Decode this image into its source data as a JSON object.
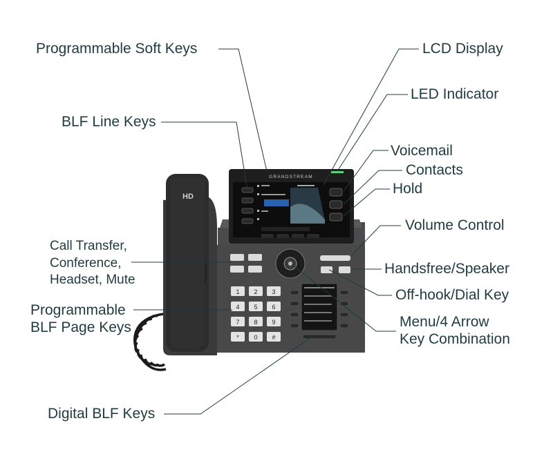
{
  "brand": "GRANDSTREAM",
  "handset_text": "HD",
  "keypad": [
    "1",
    "2",
    "3",
    "4",
    "5",
    "6",
    "7",
    "8",
    "9",
    "*",
    "0",
    "#"
  ],
  "labels": {
    "soft_keys": "Programmable Soft Keys",
    "lcd_display": "LCD Display",
    "led_indicator": "LED Indicator",
    "blf_line_keys": "BLF Line Keys",
    "voicemail": "Voicemail",
    "contacts": "Contacts",
    "hold": "Hold",
    "volume_control": "Volume Control",
    "call_transfer": [
      "Call Transfer,",
      "Conference,",
      "Headset, Mute"
    ],
    "handsfree": "Handsfree/Speaker",
    "offhook": "Off-hook/Dial Key",
    "blf_page_keys": [
      "Programmable",
      "BLF Page Keys"
    ],
    "menu_arrow": [
      "Menu/4 Arrow",
      "Key Combination"
    ],
    "digital_blf": "Digital BLF Keys"
  },
  "colors": {
    "label_text": "#1f3b3f",
    "leader_line": "#1f3b3f",
    "phone_body": "#4a4a4a",
    "screen_bg": "#111111"
  }
}
